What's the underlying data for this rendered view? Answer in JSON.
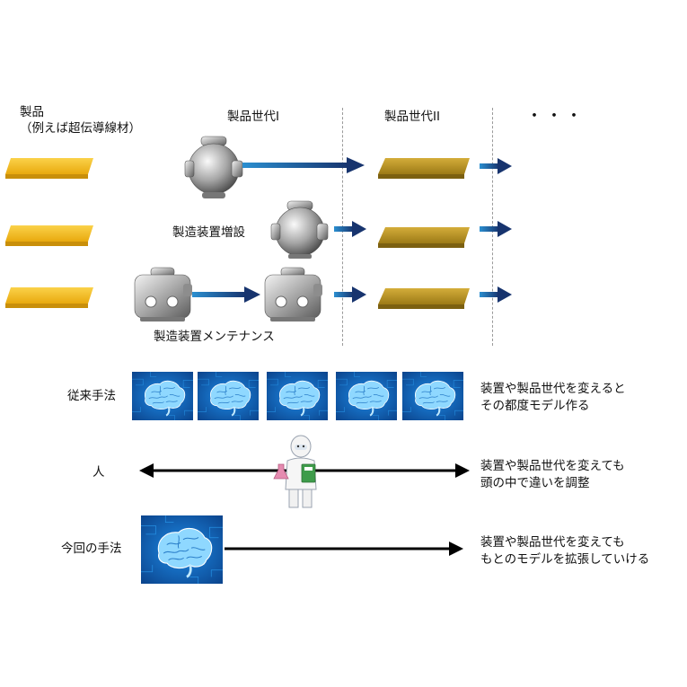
{
  "header": {
    "product_label": "製品",
    "product_sublabel": "（例えば超伝導線材）",
    "generation_1": "製品世代I",
    "generation_2": "製品世代II",
    "ellipsis": "・・・"
  },
  "equipment": {
    "add_label": "製造装置増設",
    "maintenance_label": "製造装置メンテナンス"
  },
  "methods": {
    "conventional_label": "従来手法",
    "conventional_desc_1": "装置や製品世代を変えると",
    "conventional_desc_2": "その都度モデル作る",
    "human_label": "人",
    "human_desc_1": "装置や製品世代を変えても",
    "human_desc_2": "頭の中で違いを調整",
    "proposed_label": "今回の手法",
    "proposed_desc_1": "装置や製品世代を変えても",
    "proposed_desc_2": "もとのモデルを拡張していける"
  },
  "colors": {
    "product_gen1": "#f2bb1c",
    "product_gen2": "#b8921f",
    "arrow_blue": "#1d5f9e",
    "brain_bg": "#0f6cc6",
    "brain": "#7fd2ff"
  }
}
